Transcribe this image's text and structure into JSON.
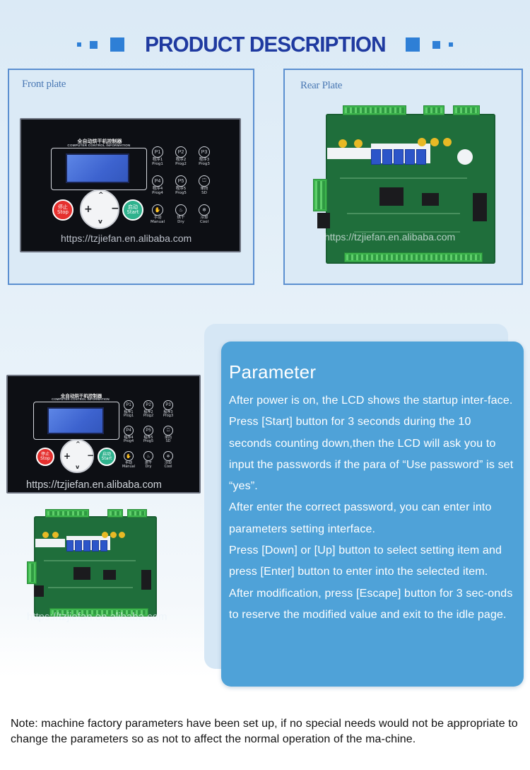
{
  "header": {
    "title": "PRODUCT DESCRIPTION"
  },
  "front_plate": {
    "label": "Front plate",
    "panel_title": "全自动烘干机控制器",
    "panel_subtitle": "COMPUTER CONTROL INFORMATION",
    "stop_cn": "停止",
    "stop_en": "Stop",
    "start_cn": "启动",
    "start_en": "Start",
    "buttons": [
      {
        "key": "P1",
        "cn": "程序1",
        "en": "Prog1"
      },
      {
        "key": "P2",
        "cn": "程序2",
        "en": "Prog2"
      },
      {
        "key": "P3",
        "cn": "程序3",
        "en": "Prog3"
      },
      {
        "key": "P4",
        "cn": "程序4",
        "en": "Prog4"
      },
      {
        "key": "P5",
        "cn": "程序5",
        "en": "Prog5"
      },
      {
        "key": "⏍",
        "cn": "单向",
        "en": "SD"
      },
      {
        "key": "✋",
        "cn": "手动",
        "en": "Manual"
      },
      {
        "key": "♨",
        "cn": "烘干",
        "en": "Dry"
      },
      {
        "key": "❄",
        "cn": "冷却",
        "en": "Cool"
      }
    ],
    "watermark": "https://tzjiefan.en.alibaba.com"
  },
  "rear_plate": {
    "label": "Rear Plate",
    "watermark": "https://tzjiefan.en.alibaba.com"
  },
  "parameter": {
    "title": "Parameter",
    "paragraphs": [
      "After power is on, the LCD shows the startup inter-face. Press [Start] button for 3 seconds during the 10 seconds counting down,then the LCD will ask you to input the passwords if the para of “Use password” is set “yes”.",
      "After enter the correct password, you can enter into parameters setting interface.",
      "Press [Down] or [Up] button to select setting item and press [Enter] button to enter into the selected item.",
      "After modification, press [Escape] button for 3 sec-onds to reserve the modified value and exit to the idle page."
    ]
  },
  "note": "Note: machine factory parameters have been set up, if no special needs would not be appropriate to change the parameters so as not to affect the normal operation of the ma-chine.",
  "colors": {
    "title_blue": "#1f3aa0",
    "accent_blue": "#2e7fd6",
    "card_blue": "#4fa2d8",
    "frame_border": "#5b8fd0"
  }
}
